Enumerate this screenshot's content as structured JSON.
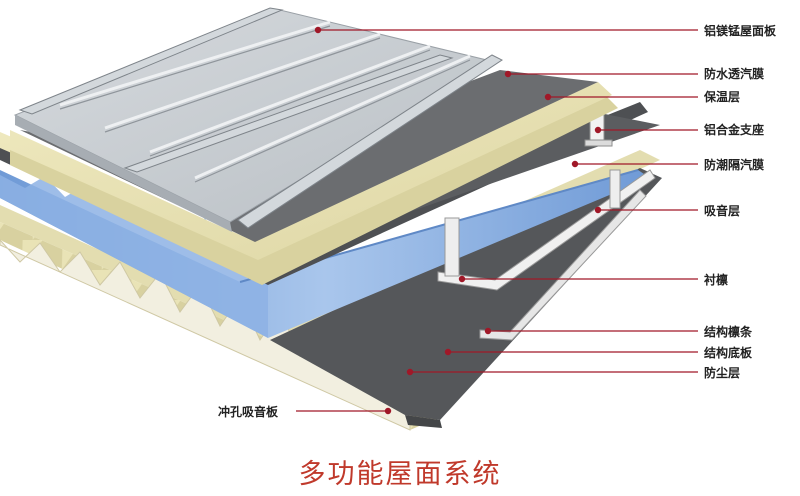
{
  "title": "多功能屋面系统",
  "colors": {
    "title": "#c0392b",
    "leader_line": "#a01828",
    "leader_dot": "#a01828",
    "roof_panel": "#c9ced2",
    "waterproof_membrane": "#6b6d70",
    "insulation": "#e8e2b4",
    "aluminum_support": "#e4e6e8",
    "vapor_barrier": "#5b5d60",
    "acoustic_layer": "#e2dcad",
    "steel_deck": "#8fb3e0",
    "dust_layer": "#55575a",
    "perforated_panel": "#e6e0b0"
  },
  "labels": {
    "roof_panel": "铝镁锰屋面板",
    "waterproof_membrane": "防水透汽膜",
    "insulation": "保温层",
    "aluminum_support": "铝合金支座",
    "vapor_barrier": "防潮隔汽膜",
    "acoustic_layer": "吸音层",
    "purlin_liner": "衬檩",
    "structural_purlin": "结构檩条",
    "structural_deck": "结构底板",
    "dust_layer": "防尘层",
    "perforated_panel": "冲孔吸音板"
  }
}
